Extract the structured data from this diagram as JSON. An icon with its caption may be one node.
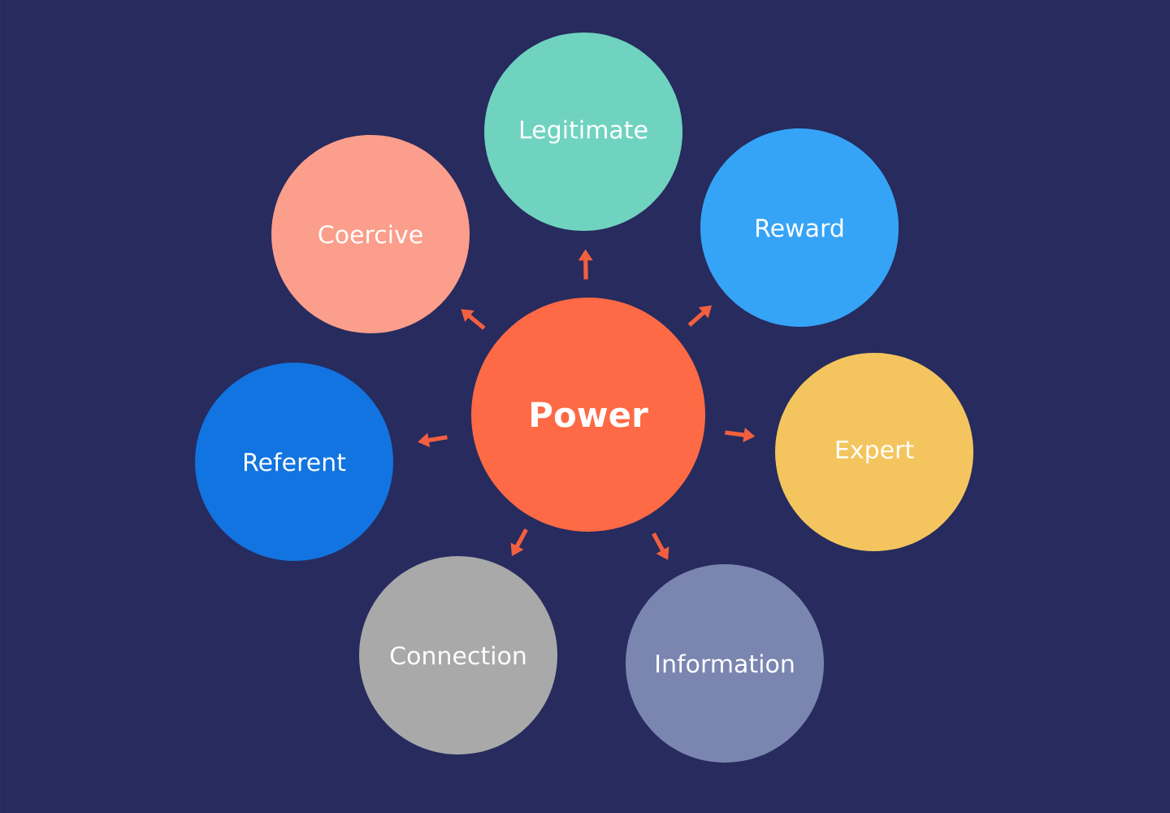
{
  "diagram": {
    "nodes": [
      {
        "text": [
          "Power"
        ]
      },
      {
        "text": [
          "Legitimate"
        ]
      },
      {
        "text": [
          "Reward"
        ]
      },
      {
        "text": [
          "Expert"
        ]
      },
      {
        "text": [
          "Information"
        ]
      },
      {
        "text": [
          "Connection"
        ]
      },
      {
        "text": [
          "Referent"
        ]
      },
      {
        "text": [
          "Coercive"
        ]
      }
    ],
    "edges": [
      {
        "from": 0,
        "to": 1,
        "arrow": "to"
      },
      {
        "from": 0,
        "to": 2,
        "arrow": "to"
      },
      {
        "from": 0,
        "to": 3,
        "arrow": "to"
      },
      {
        "from": 0,
        "to": 4,
        "arrow": "to"
      },
      {
        "from": 0,
        "to": 5,
        "arrow": "to"
      },
      {
        "from": 0,
        "to": 6,
        "arrow": "to"
      },
      {
        "from": 0,
        "to": 7,
        "arrow": "to"
      }
    ]
  }
}
